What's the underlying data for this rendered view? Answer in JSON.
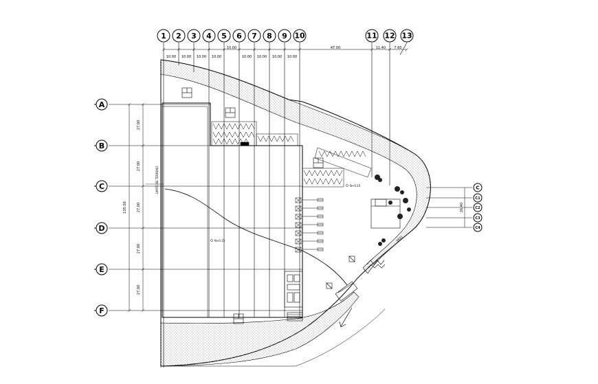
{
  "grid": {
    "vertical": [
      {
        "label": "1"
      },
      {
        "label": "2"
      },
      {
        "label": "3"
      },
      {
        "label": "4"
      },
      {
        "label": "5"
      },
      {
        "label": "6"
      },
      {
        "label": "7"
      },
      {
        "label": "8"
      },
      {
        "label": "9"
      },
      {
        "label": "10"
      },
      {
        "label": "11"
      },
      {
        "label": "12"
      },
      {
        "label": "13"
      }
    ],
    "horizontal": [
      {
        "label": "A"
      },
      {
        "label": "B"
      },
      {
        "label": "C"
      },
      {
        "label": "D"
      },
      {
        "label": "E"
      },
      {
        "label": "F"
      }
    ],
    "right_side": [
      {
        "label": "C"
      },
      {
        "label": "C1"
      },
      {
        "label": "C2"
      },
      {
        "label": "C3"
      },
      {
        "label": "C4"
      }
    ]
  },
  "dimensions": {
    "top": [
      "10.00",
      "10.00",
      "10.00",
      "10.00",
      "10.00",
      "10.00",
      "10.00",
      "10.00",
      "10.00",
      "47.00",
      "11.40",
      "7.60"
    ],
    "left_bays": [
      "27.00",
      "27.00",
      "27.00",
      "27.00",
      "27.00"
    ],
    "left_total": "135.00",
    "right_total": "26.40"
  },
  "annotations": {
    "limit": "LIMITE DE TERRENO",
    "level_1": "N+0.15",
    "level_2": "N+0.15",
    "road": "PASO"
  }
}
